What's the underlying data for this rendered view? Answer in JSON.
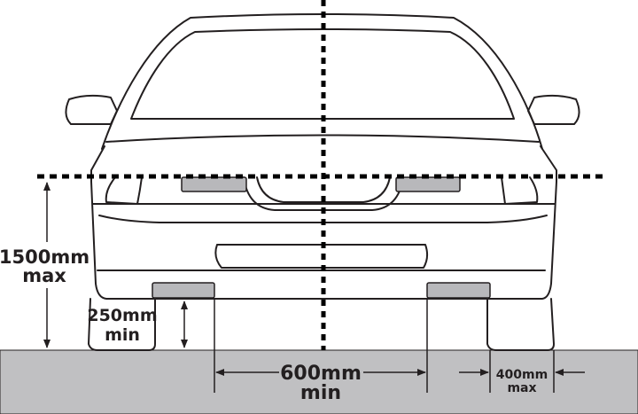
{
  "labels": {
    "max_height_value": "1500mm",
    "max_height_qualifier": "max",
    "min_height_value": "250mm",
    "min_height_qualifier": "min",
    "min_spacing_value": "600mm",
    "min_spacing_qualifier": "min",
    "max_edge_value": "400mm",
    "max_edge_qualifier": "max"
  },
  "colors": {
    "ground": "#c0c0c2",
    "lamp": "#b8b8bb",
    "ink": "#231f20"
  }
}
